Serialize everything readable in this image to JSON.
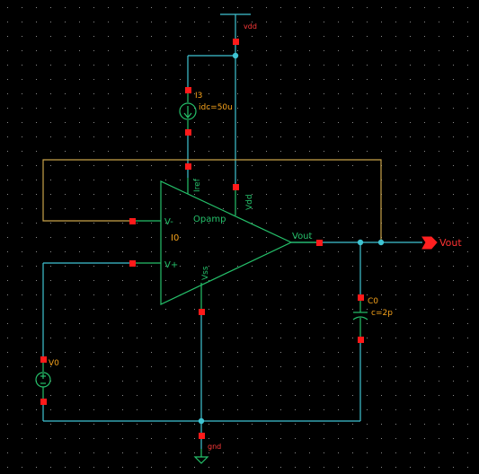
{
  "labels": {
    "vdd_net": "vdd",
    "gnd_net": "gnd",
    "vout_port": "Vout",
    "opamp_name": "Opamp",
    "opamp_instance": "I0",
    "pin_vminus": "V-",
    "pin_vplus": "V+",
    "pin_iref": "Iref",
    "pin_vdd": "Vdd",
    "pin_vss": "Vss",
    "pin_vout": "Vout",
    "current_source_name": "I3",
    "current_source_value": "idc=50u",
    "voltage_source_name": "V0",
    "cap_name": "C0",
    "cap_value": "c=2p"
  },
  "colors": {
    "background": "#000000",
    "grid_dot": "#8a8a8a",
    "wire": "#3fc4d2",
    "wire_feedback": "#c9a24a",
    "component": "#25c06a",
    "pin": "#ff1a1a",
    "label_red": "#ff3a3a",
    "label_orange": "#f5a21b",
    "vout_text": "#ff3333",
    "junction": "#3fc4d2"
  },
  "icons": {
    "opamp": "triangle-opamp-symbol",
    "current_source": "current-source-symbol",
    "voltage_source": "voltage-source-symbol",
    "capacitor": "capacitor-symbol",
    "ground": "ground-symbol",
    "output_port": "output-pin-arrow"
  }
}
